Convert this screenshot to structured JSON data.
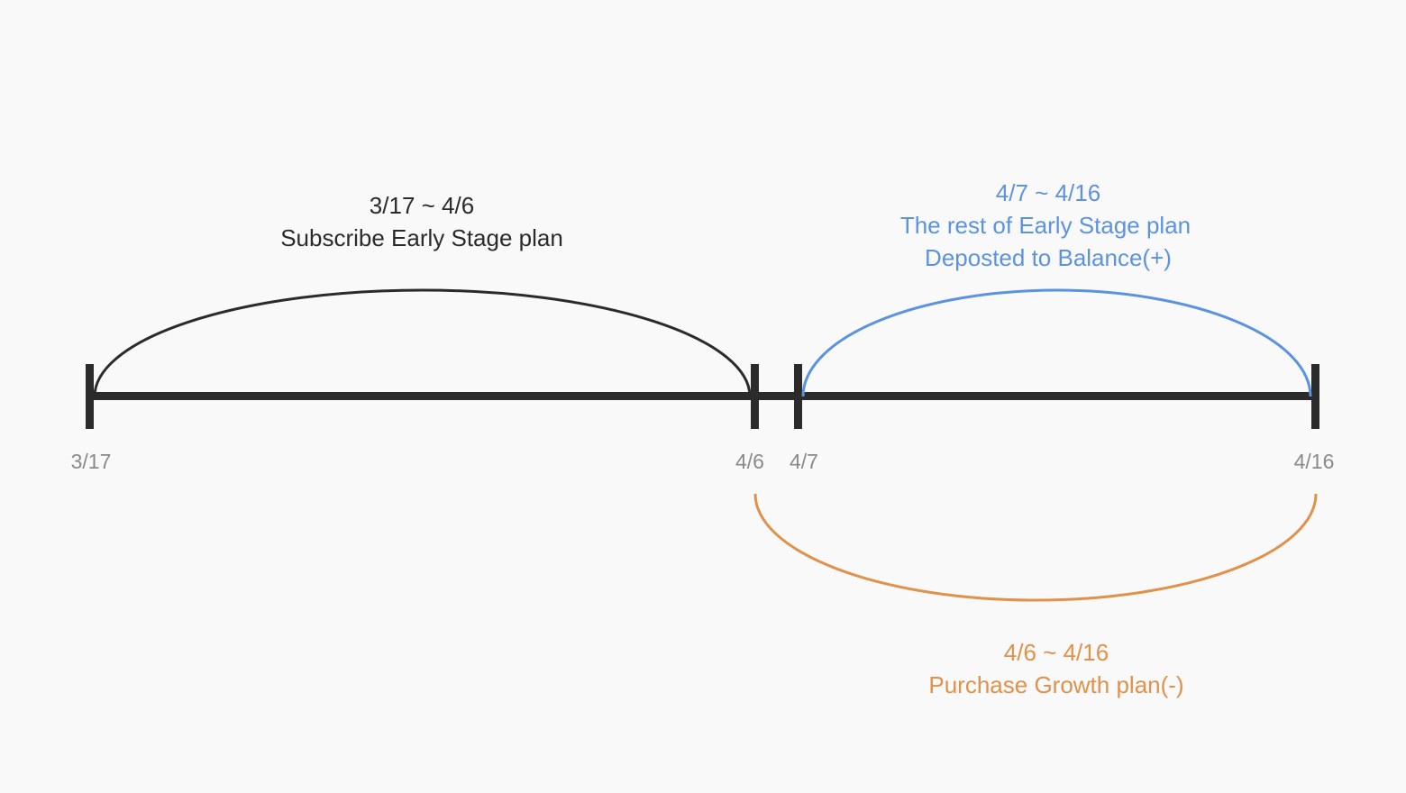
{
  "colors": {
    "axis": "#2b2b2b",
    "subscribe": "#2b2b2b",
    "rest": "#5b93e0",
    "purchase": "#e0914a",
    "tick_label": "#8a8a8a"
  },
  "ticks": [
    "3/17",
    "4/6",
    "4/7",
    "4/16"
  ],
  "spans": {
    "subscribe": {
      "range": "3/17 ~ 4/6",
      "desc": "Subscribe Early Stage plan"
    },
    "rest": {
      "range": "4/7 ~ 4/16",
      "desc": "The rest of Early Stage plan",
      "desc2": "Deposted to Balance(+)"
    },
    "purchase": {
      "range": "4/6 ~ 4/16",
      "desc": "Purchase Growth plan(-)"
    }
  }
}
